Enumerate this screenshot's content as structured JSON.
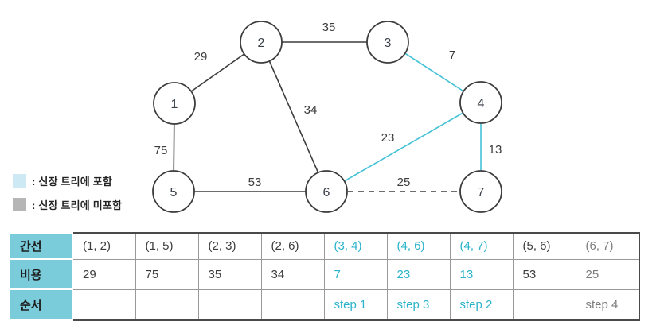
{
  "figure": {
    "description_domain": "minimum-spanning-tree-diagram",
    "colors": {
      "tree_edge_cyan": "#45c2d6",
      "normal_edge": "#3d3d3d",
      "table_header_bg": "#7accdb",
      "table_cyan_text": "#2ab3ca",
      "table_gray_text": "#7d7d7d",
      "legend_included_swatch": "#cde9f3",
      "legend_excluded_swatch": "#b6b6b6"
    }
  },
  "graph": {
    "nodes": [
      {
        "id": "1"
      },
      {
        "id": "2"
      },
      {
        "id": "3"
      },
      {
        "id": "4"
      },
      {
        "id": "5"
      },
      {
        "id": "6"
      },
      {
        "id": "7"
      }
    ],
    "edges": [
      {
        "nodes": "1-2",
        "weight": "29",
        "in_tree": false
      },
      {
        "nodes": "2-3",
        "weight": "35",
        "in_tree": false
      },
      {
        "nodes": "3-4",
        "weight": "7",
        "in_tree": true
      },
      {
        "nodes": "2-6",
        "weight": "34",
        "in_tree": false
      },
      {
        "nodes": "4-6",
        "weight": "23",
        "in_tree": true
      },
      {
        "nodes": "4-7",
        "weight": "13",
        "in_tree": true
      },
      {
        "nodes": "1-5",
        "weight": "75",
        "in_tree": false
      },
      {
        "nodes": "5-6",
        "weight": "53",
        "in_tree": false
      },
      {
        "nodes": "6-7",
        "weight": "25",
        "in_tree": false,
        "style": "dashed"
      }
    ]
  },
  "legend": {
    "included": {
      "swatch_color": "#cde9f3",
      "label": ": 신장 트리에 포함"
    },
    "excluded": {
      "swatch_color": "#b6b6b6",
      "label": ": 신장 트리에 미포함"
    }
  },
  "table": {
    "row_headers": [
      "간선",
      "비용",
      "순서"
    ],
    "columns": [
      {
        "edge": "(1, 2)",
        "cost": "29",
        "step": "",
        "state": "normal"
      },
      {
        "edge": "(1, 5)",
        "cost": "75",
        "step": "",
        "state": "normal"
      },
      {
        "edge": "(2, 3)",
        "cost": "35",
        "step": "",
        "state": "normal"
      },
      {
        "edge": "(2, 6)",
        "cost": "34",
        "step": "",
        "state": "normal"
      },
      {
        "edge": "(3, 4)",
        "cost": "7",
        "step": "step 1",
        "state": "included"
      },
      {
        "edge": "(4, 6)",
        "cost": "23",
        "step": "step 3",
        "state": "included"
      },
      {
        "edge": "(4, 7)",
        "cost": "13",
        "step": "step 2",
        "state": "included"
      },
      {
        "edge": "(5, 6)",
        "cost": "53",
        "step": "",
        "state": "normal"
      },
      {
        "edge": "(6, 7)",
        "cost": "25",
        "step": "step 4",
        "state": "excluded"
      }
    ]
  }
}
